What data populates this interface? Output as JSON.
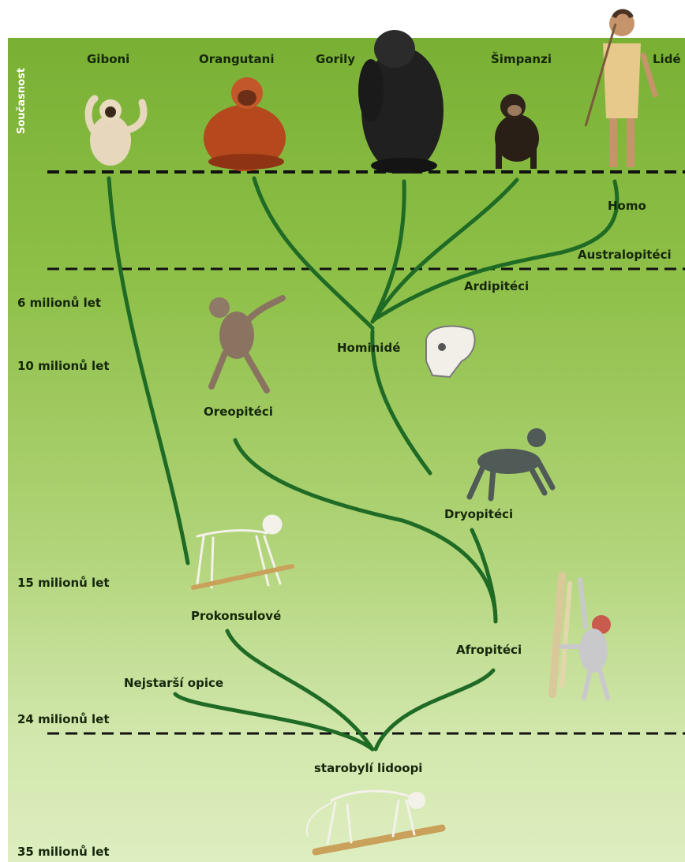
{
  "present_label": "Současnost",
  "species": {
    "gibbons": "Giboni",
    "orangutans": "Orangutani",
    "gorillas": "Gorily",
    "chimpanzees": "Šimpanzi",
    "humans": "Lidé"
  },
  "nodes": {
    "homo": "Homo",
    "australopithecines": "Australopitéci",
    "ardipithecines": "Ardipitéci",
    "hominids": "Hominidé",
    "oreopithecines": "Oreopitéci",
    "dryopithecines": "Dryopitéci",
    "proconsulids": "Prokonsulové",
    "afropithecines": "Afropitéci",
    "oldest_monkeys": "Nejstarší opice",
    "ancient_apes": "starobylí lidoopi"
  },
  "timeline": {
    "m6": "6 milionů let",
    "m10": "10 milionů let",
    "m15": "15 milionů let",
    "m24": "24 milionů let",
    "m35": "35 milionů let"
  },
  "colors": {
    "branch": "#1f6b25",
    "text": "#15260b",
    "background_top": "#79b034",
    "background_bottom": "#ddeec0"
  }
}
